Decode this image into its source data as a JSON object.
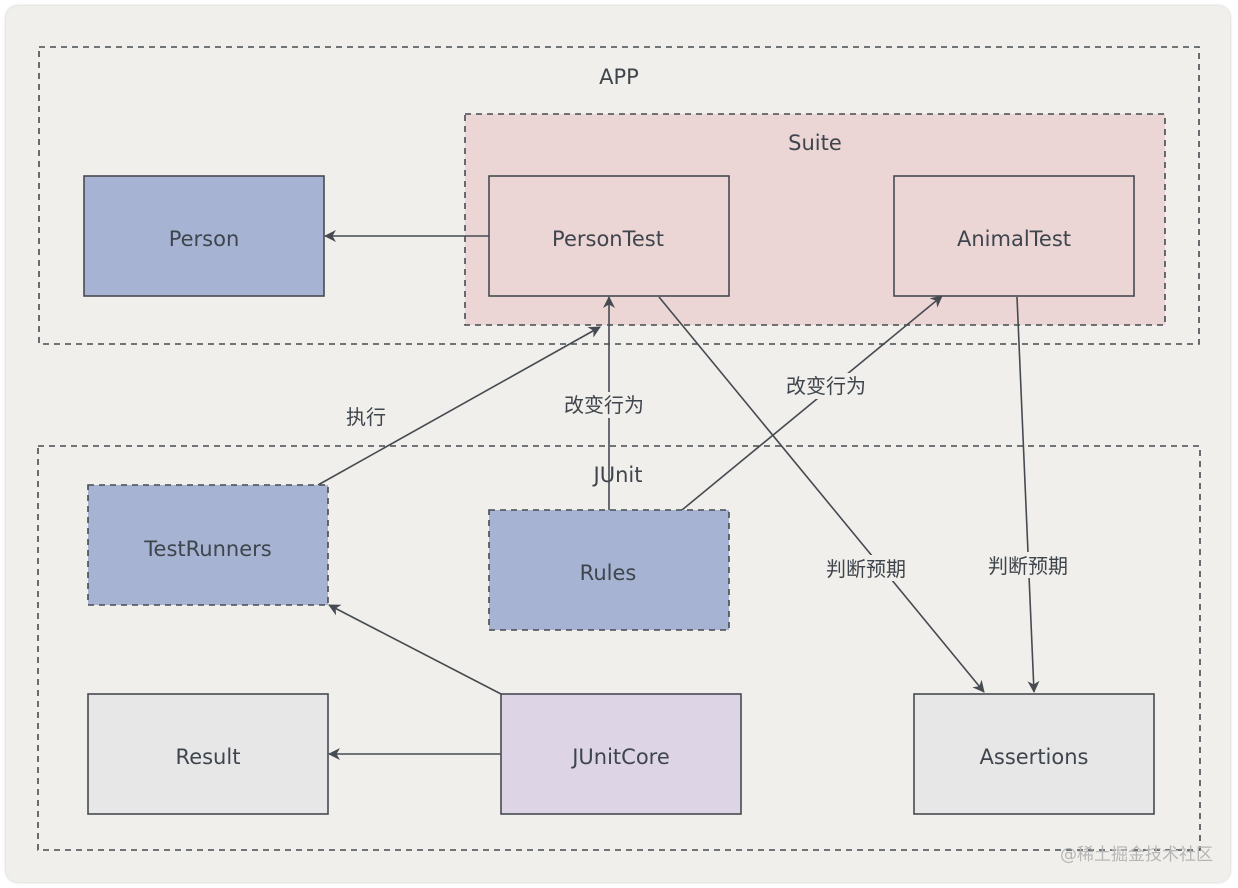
{
  "diagram": {
    "colors": {
      "background": "#f1efeb",
      "stroke": "#464b51",
      "blue_node": "#a6b3d3",
      "pink_group": "#ebd5d5",
      "pink_node": "#ebd5d5",
      "gray_node": "#e7e7e7",
      "purple_node": "#ddd5e6",
      "text": "#3f454c"
    },
    "groups": [
      {
        "id": "app",
        "label": "APP"
      },
      {
        "id": "suite",
        "label": "Suite"
      },
      {
        "id": "junit",
        "label": "JUnit"
      }
    ],
    "nodes": [
      {
        "id": "person",
        "label": "Person"
      },
      {
        "id": "persontest",
        "label": "PersonTest"
      },
      {
        "id": "animaltest",
        "label": "AnimalTest"
      },
      {
        "id": "testrunners",
        "label": "TestRunners"
      },
      {
        "id": "rules",
        "label": "Rules"
      },
      {
        "id": "result",
        "label": "Result"
      },
      {
        "id": "junitcore",
        "label": "JUnitCore"
      },
      {
        "id": "assertions",
        "label": "Assertions"
      }
    ],
    "edges": [
      {
        "from": "persontest",
        "to": "person",
        "label": ""
      },
      {
        "from": "testrunners",
        "to": "persontest",
        "label": "执行"
      },
      {
        "from": "rules",
        "to": "persontest",
        "label": "改变行为"
      },
      {
        "from": "rules",
        "to": "animaltest",
        "label": "改变行为"
      },
      {
        "from": "persontest",
        "to": "assertions",
        "label": "判断预期"
      },
      {
        "from": "animaltest",
        "to": "assertions",
        "label": "判断预期"
      },
      {
        "from": "junitcore",
        "to": "testrunners",
        "label": ""
      },
      {
        "from": "junitcore",
        "to": "result",
        "label": ""
      }
    ],
    "watermark": "@稀土掘金技术社区"
  }
}
